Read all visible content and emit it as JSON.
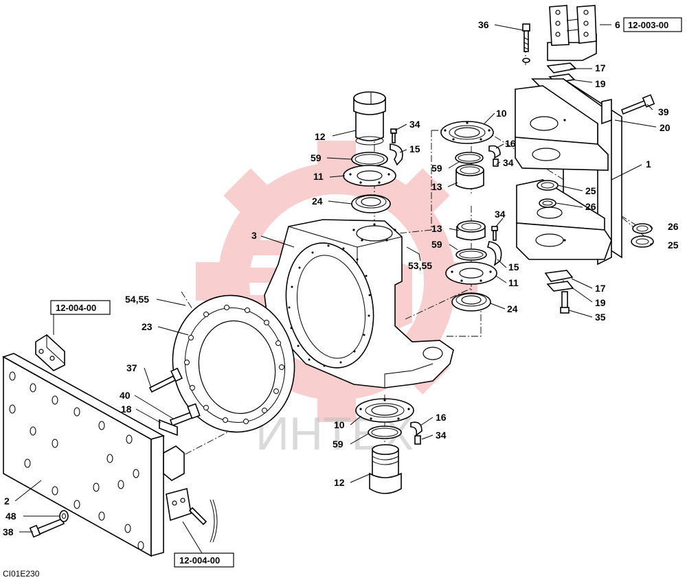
{
  "drawing_code": "CI01E230",
  "watermark_text": "ИНТЕХ",
  "colors": {
    "line": "#000000",
    "watermark": "#e8252a",
    "background": "#ffffff"
  },
  "references": {
    "top_right": "12-003-00",
    "left": "12-004-00",
    "bottom": "12-004-00"
  },
  "callouts": [
    {
      "id": "c36",
      "text": "36"
    },
    {
      "id": "c6",
      "text": "6"
    },
    {
      "id": "c17a",
      "text": "17"
    },
    {
      "id": "c19a",
      "text": "19"
    },
    {
      "id": "c39",
      "text": "39"
    },
    {
      "id": "c20",
      "text": "20"
    },
    {
      "id": "c12a",
      "text": "12"
    },
    {
      "id": "c34a",
      "text": "34"
    },
    {
      "id": "c10a",
      "text": "10"
    },
    {
      "id": "c16a",
      "text": "16"
    },
    {
      "id": "c15a",
      "text": "15"
    },
    {
      "id": "c59a",
      "text": "59"
    },
    {
      "id": "c34b",
      "text": "34"
    },
    {
      "id": "c59b",
      "text": "59"
    },
    {
      "id": "c1",
      "text": "1"
    },
    {
      "id": "c11a",
      "text": "11"
    },
    {
      "id": "c13a",
      "text": "13"
    },
    {
      "id": "c24a",
      "text": "24"
    },
    {
      "id": "c25a",
      "text": "25"
    },
    {
      "id": "c26a",
      "text": "26"
    },
    {
      "id": "c34c",
      "text": "34"
    },
    {
      "id": "c3",
      "text": "3"
    },
    {
      "id": "c13b",
      "text": "13"
    },
    {
      "id": "c26b",
      "text": "26"
    },
    {
      "id": "c59c",
      "text": "59"
    },
    {
      "id": "c25b",
      "text": "25"
    },
    {
      "id": "c5355",
      "text": "53,55"
    },
    {
      "id": "c15b",
      "text": "15"
    },
    {
      "id": "c11b",
      "text": "11"
    },
    {
      "id": "c17b",
      "text": "17"
    },
    {
      "id": "c5455",
      "text": "54,55"
    },
    {
      "id": "c19b",
      "text": "19"
    },
    {
      "id": "c24b",
      "text": "24"
    },
    {
      "id": "c35",
      "text": "35"
    },
    {
      "id": "c23",
      "text": "23"
    },
    {
      "id": "c37",
      "text": "37"
    },
    {
      "id": "c40",
      "text": "40"
    },
    {
      "id": "c18",
      "text": "18"
    },
    {
      "id": "c10b",
      "text": "10"
    },
    {
      "id": "c16b",
      "text": "16"
    },
    {
      "id": "c34d",
      "text": "34"
    },
    {
      "id": "c59d",
      "text": "59"
    },
    {
      "id": "c12b",
      "text": "12"
    },
    {
      "id": "c2",
      "text": "2"
    },
    {
      "id": "c48",
      "text": "48"
    },
    {
      "id": "c38",
      "text": "38"
    }
  ]
}
